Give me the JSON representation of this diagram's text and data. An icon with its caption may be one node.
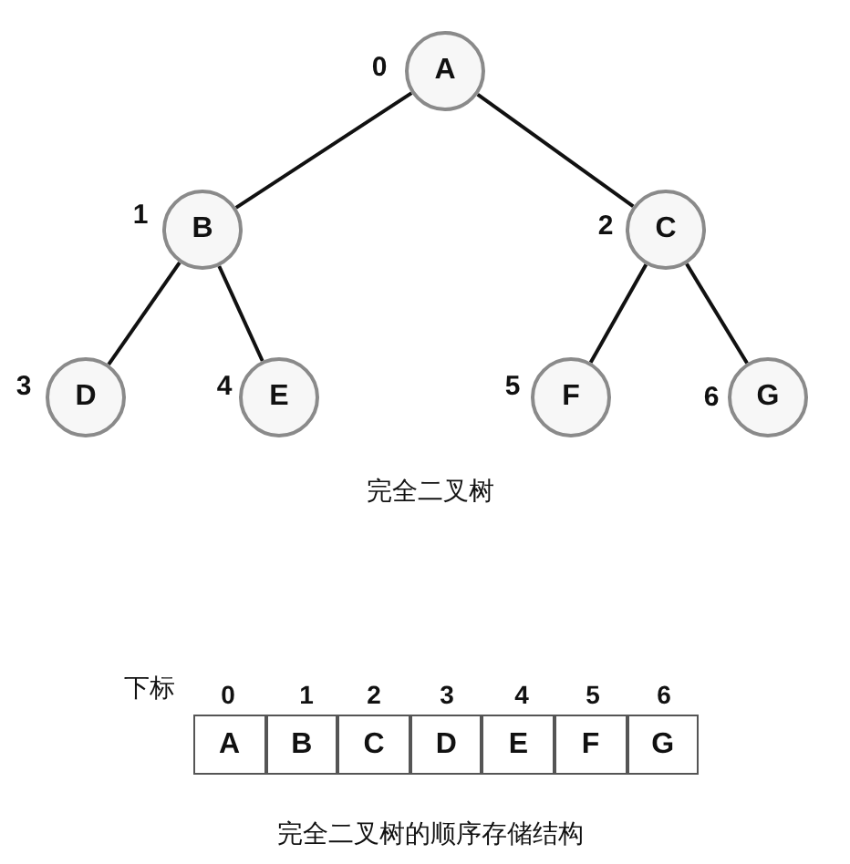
{
  "diagram": {
    "nodes": [
      {
        "text": [
          "A"
        ],
        "beside": [
          "0"
        ]
      },
      {
        "text": [
          "B"
        ],
        "beside": [
          "1"
        ]
      },
      {
        "text": [
          "C"
        ],
        "beside": [
          "2"
        ]
      },
      {
        "text": [
          "D"
        ],
        "beside": [
          "3"
        ]
      },
      {
        "text": [
          "E"
        ],
        "beside": [
          "4"
        ]
      },
      {
        "text": [
          "F"
        ],
        "beside": [
          "5"
        ]
      },
      {
        "text": [
          "G"
        ],
        "beside": [
          "6"
        ]
      },
      {
        "text": [
          "A"
        ]
      },
      {
        "text": [
          "B"
        ]
      },
      {
        "text": [
          "C"
        ]
      },
      {
        "text": [
          "D"
        ]
      },
      {
        "text": [
          "E"
        ]
      },
      {
        "text": [
          "F"
        ]
      },
      {
        "text": [
          "G"
        ]
      }
    ],
    "edges": [
      {
        "from": 0,
        "to": 1,
        "arrow": "none"
      },
      {
        "from": 0,
        "to": 2,
        "arrow": "none"
      },
      {
        "from": 1,
        "to": 3,
        "arrow": "none"
      },
      {
        "from": 1,
        "to": 4,
        "arrow": "none"
      },
      {
        "from": 2,
        "to": 5,
        "arrow": "none"
      },
      {
        "from": 2,
        "to": 6,
        "arrow": "none"
      }
    ],
    "labels": [
      "完全二叉树",
      "下标",
      "0",
      "1",
      "2",
      "3",
      "4",
      "5",
      "6",
      "完全二叉树的顺序存储结构"
    ]
  }
}
